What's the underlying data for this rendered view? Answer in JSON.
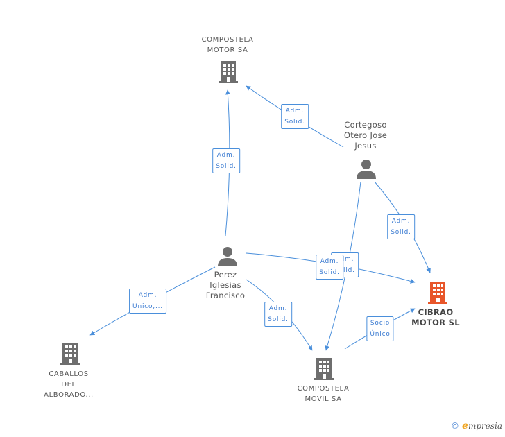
{
  "nodes": {
    "compostela_motor": {
      "label": "COMPOSTELA\nMOTOR SA",
      "icon": "building-icon",
      "color": "#6e6e6e"
    },
    "cortegoso": {
      "label": "Cortegoso\nOtero Jose\nJesus",
      "icon": "person-icon",
      "color": "#6e6e6e"
    },
    "perez": {
      "label": "Perez\nIglesias\nFrancisco",
      "icon": "person-icon",
      "color": "#6e6e6e"
    },
    "cibrao": {
      "label": "CIBRAO\nMOTOR SL",
      "icon": "building-icon",
      "color": "#e8562a"
    },
    "caballos": {
      "label": "CABALLOS\nDEL\nALBORADO...",
      "icon": "building-icon",
      "color": "#6e6e6e"
    },
    "compostela_movil": {
      "label": "COMPOSTELA\nMOVIL SA",
      "icon": "building-icon",
      "color": "#6e6e6e"
    }
  },
  "edges": {
    "cortegoso_to_compostela_motor": "Adm.\nSolid.",
    "perez_to_compostela_motor": "Adm.\nSolid.",
    "cortegoso_to_cibrao": "Adm.\nSolid.",
    "cortegoso_to_movil": "Adm.\nSolid.",
    "perez_to_cibrao": "Adm.\nSolid.",
    "perez_to_caballos": "Adm.\nUnico,...",
    "perez_to_movil": "Adm.\nSolid.",
    "movil_to_cibrao": "Socio\nÚnico"
  },
  "colors": {
    "edge": "#4a8fdb",
    "accent": "#e8562a"
  },
  "footer": {
    "copyright": "©",
    "brand_initial": "e",
    "brand_rest": "mpresia"
  }
}
